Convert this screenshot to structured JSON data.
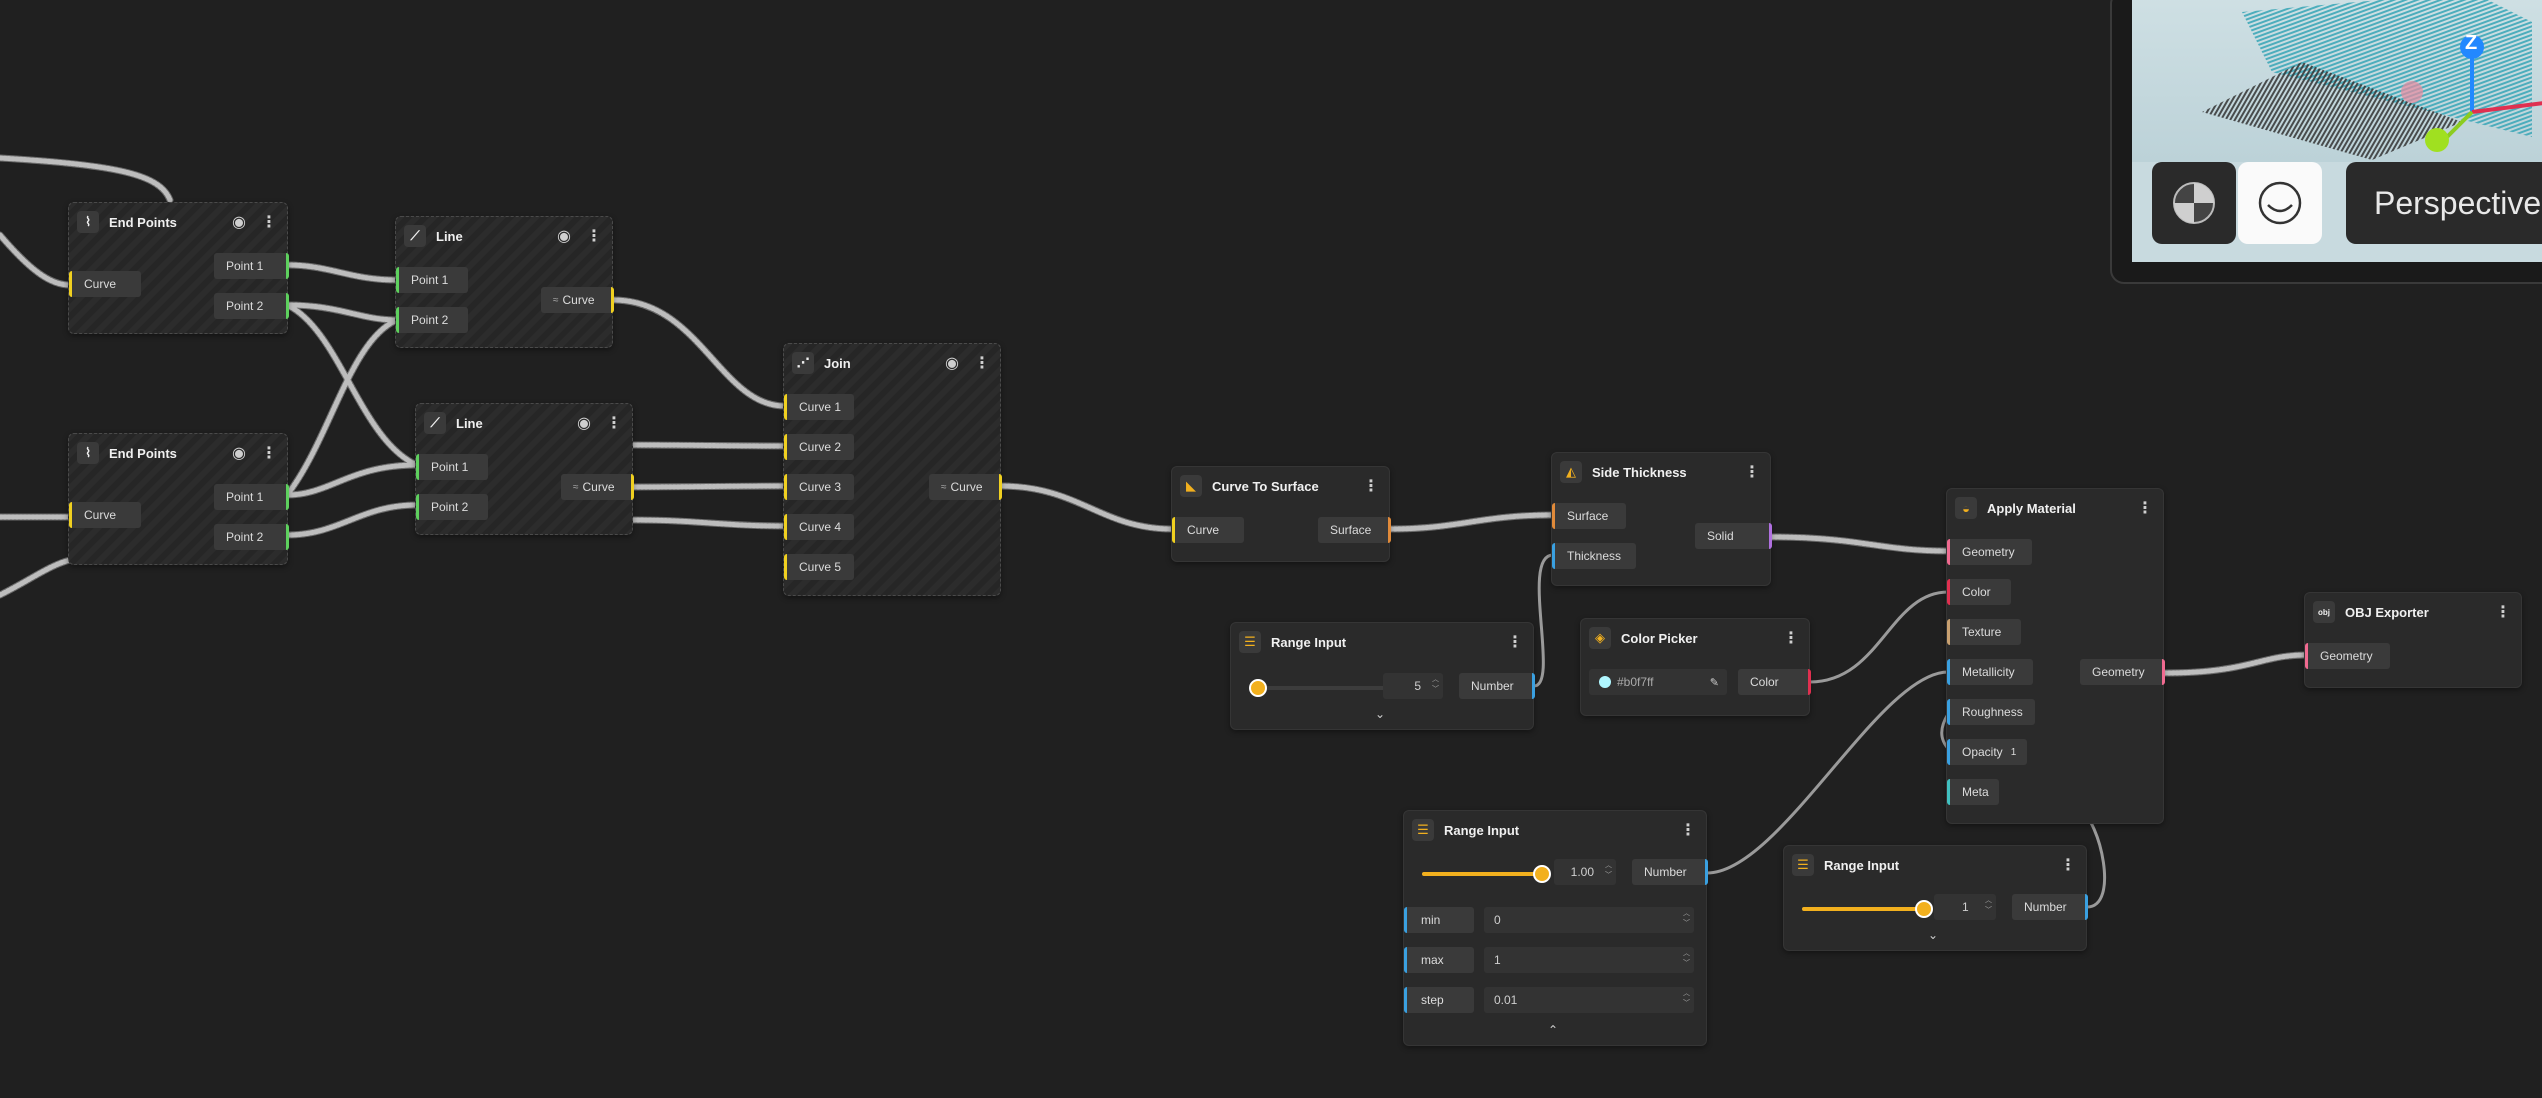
{
  "viewport": {
    "axis_label": "Z",
    "shading_icon": "checker-sphere-icon",
    "smooth_icon": "smooth-sphere-icon",
    "projection_label": "Perspective"
  },
  "nodes": {
    "end_points_1": {
      "title": "End Points",
      "inputs": [
        "Curve"
      ],
      "outputs": [
        "Point 1",
        "Point 2"
      ]
    },
    "end_points_2": {
      "title": "End Points",
      "inputs": [
        "Curve"
      ],
      "outputs": [
        "Point 1",
        "Point 2"
      ]
    },
    "line_1": {
      "title": "Line",
      "inputs": [
        "Point 1",
        "Point 2"
      ],
      "outputs": [
        "Curve"
      ]
    },
    "line_2": {
      "title": "Line",
      "inputs": [
        "Point 1",
        "Point 2"
      ],
      "outputs": [
        "Curve"
      ]
    },
    "join": {
      "title": "Join",
      "inputs": [
        "Curve 1",
        "Curve 2",
        "Curve 3",
        "Curve 4",
        "Curve 5"
      ],
      "outputs": [
        "Curve"
      ]
    },
    "curve_to_surface": {
      "title": "Curve To Surface",
      "inputs": [
        "Curve"
      ],
      "outputs": [
        "Surface"
      ]
    },
    "side_thickness": {
      "title": "Side Thickness",
      "inputs": [
        "Surface",
        "Thickness"
      ],
      "outputs": [
        "Solid"
      ]
    },
    "range_input_1": {
      "title": "Range Input",
      "value": "5",
      "fill": 0.0,
      "output": "Number"
    },
    "color_picker": {
      "title": "Color Picker",
      "value": "#b0f7ff",
      "swatch": "#b0f7ff",
      "output": "Color"
    },
    "apply_material": {
      "title": "Apply Material",
      "inputs": [
        "Geometry",
        "Color",
        "Texture",
        "Metallicity",
        "Roughness",
        "Opacity",
        "Meta"
      ],
      "opacity_value": "1",
      "outputs": [
        "Geometry"
      ]
    },
    "obj_exporter": {
      "title": "OBJ Exporter",
      "inputs": [
        "Geometry"
      ]
    },
    "range_input_2": {
      "title": "Range Input",
      "value": "1.00",
      "fill": 1.0,
      "output": "Number",
      "props": [
        {
          "label": "min",
          "value": "0"
        },
        {
          "label": "max",
          "value": "1"
        },
        {
          "label": "step",
          "value": "0.01"
        }
      ]
    },
    "range_input_3": {
      "title": "Range Input",
      "value": "1",
      "fill": 1.0,
      "output": "Number"
    }
  },
  "colors": {
    "background": "#202020",
    "accent": "#f2b01e",
    "curve": "#f0d020",
    "point": "#5ed05e",
    "surface": "#e08a3a",
    "number": "#3aa0e0",
    "solid": "#b070e0",
    "geometry": "#f06a90",
    "color": "#e03050"
  },
  "icons": {
    "visibility": "eye-icon",
    "menu": "more-vertical-icon",
    "expand": "chevron-down-icon",
    "collapse": "chevron-up-icon",
    "eyedropper": "eyedropper-icon"
  }
}
